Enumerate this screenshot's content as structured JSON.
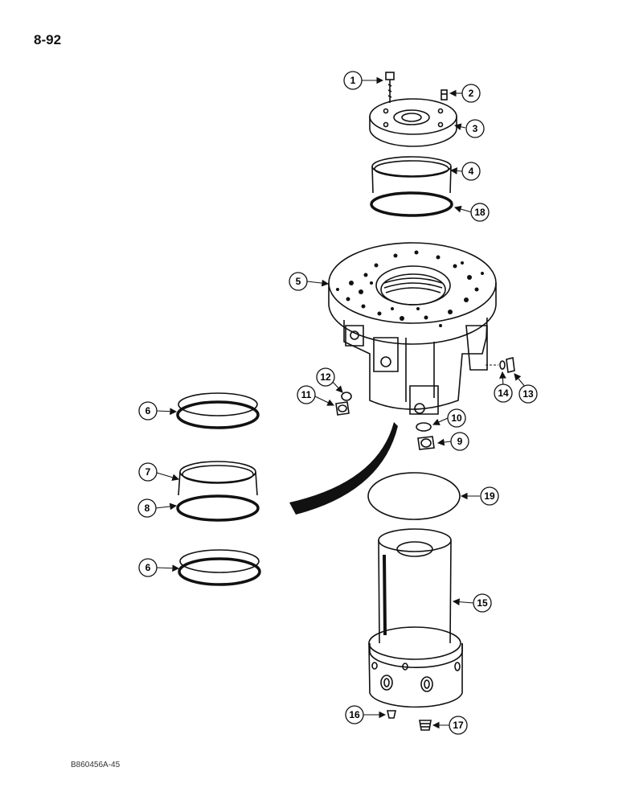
{
  "page": {
    "number": "8-92",
    "figure_code": "B860456A-45"
  },
  "callouts": [
    {
      "id": "c1",
      "label": "1"
    },
    {
      "id": "c2",
      "label": "2"
    },
    {
      "id": "c3",
      "label": "3"
    },
    {
      "id": "c4",
      "label": "4"
    },
    {
      "id": "c18",
      "label": "18"
    },
    {
      "id": "c5",
      "label": "5"
    },
    {
      "id": "c12",
      "label": "12"
    },
    {
      "id": "c11",
      "label": "11"
    },
    {
      "id": "c14",
      "label": "14"
    },
    {
      "id": "c13",
      "label": "13"
    },
    {
      "id": "c10",
      "label": "10"
    },
    {
      "id": "c9",
      "label": "9"
    },
    {
      "id": "c6a",
      "label": "6"
    },
    {
      "id": "c7",
      "label": "7"
    },
    {
      "id": "c8",
      "label": "8"
    },
    {
      "id": "c19",
      "label": "19"
    },
    {
      "id": "c6b",
      "label": "6"
    },
    {
      "id": "c15",
      "label": "15"
    },
    {
      "id": "c16",
      "label": "16"
    },
    {
      "id": "c17",
      "label": "17"
    }
  ]
}
